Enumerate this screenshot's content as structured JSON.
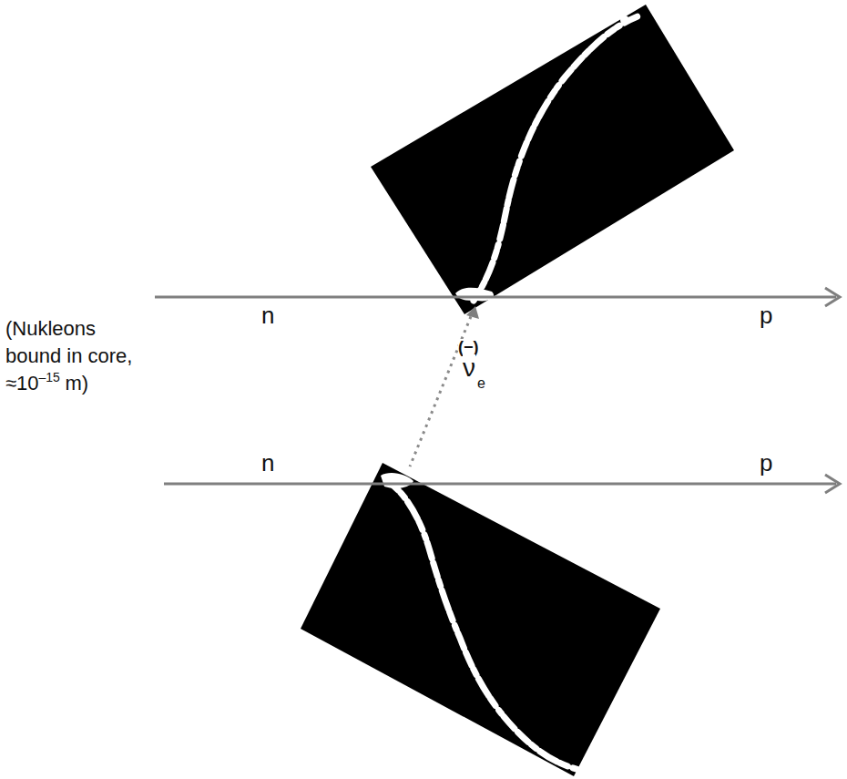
{
  "diagram": {
    "labels": [
      "n",
      "p",
      "n",
      "p",
      "(Nukleons bound in core, ≈10",
      "–15",
      "m)",
      "(−)",
      "ν",
      "e"
    ]
  }
}
